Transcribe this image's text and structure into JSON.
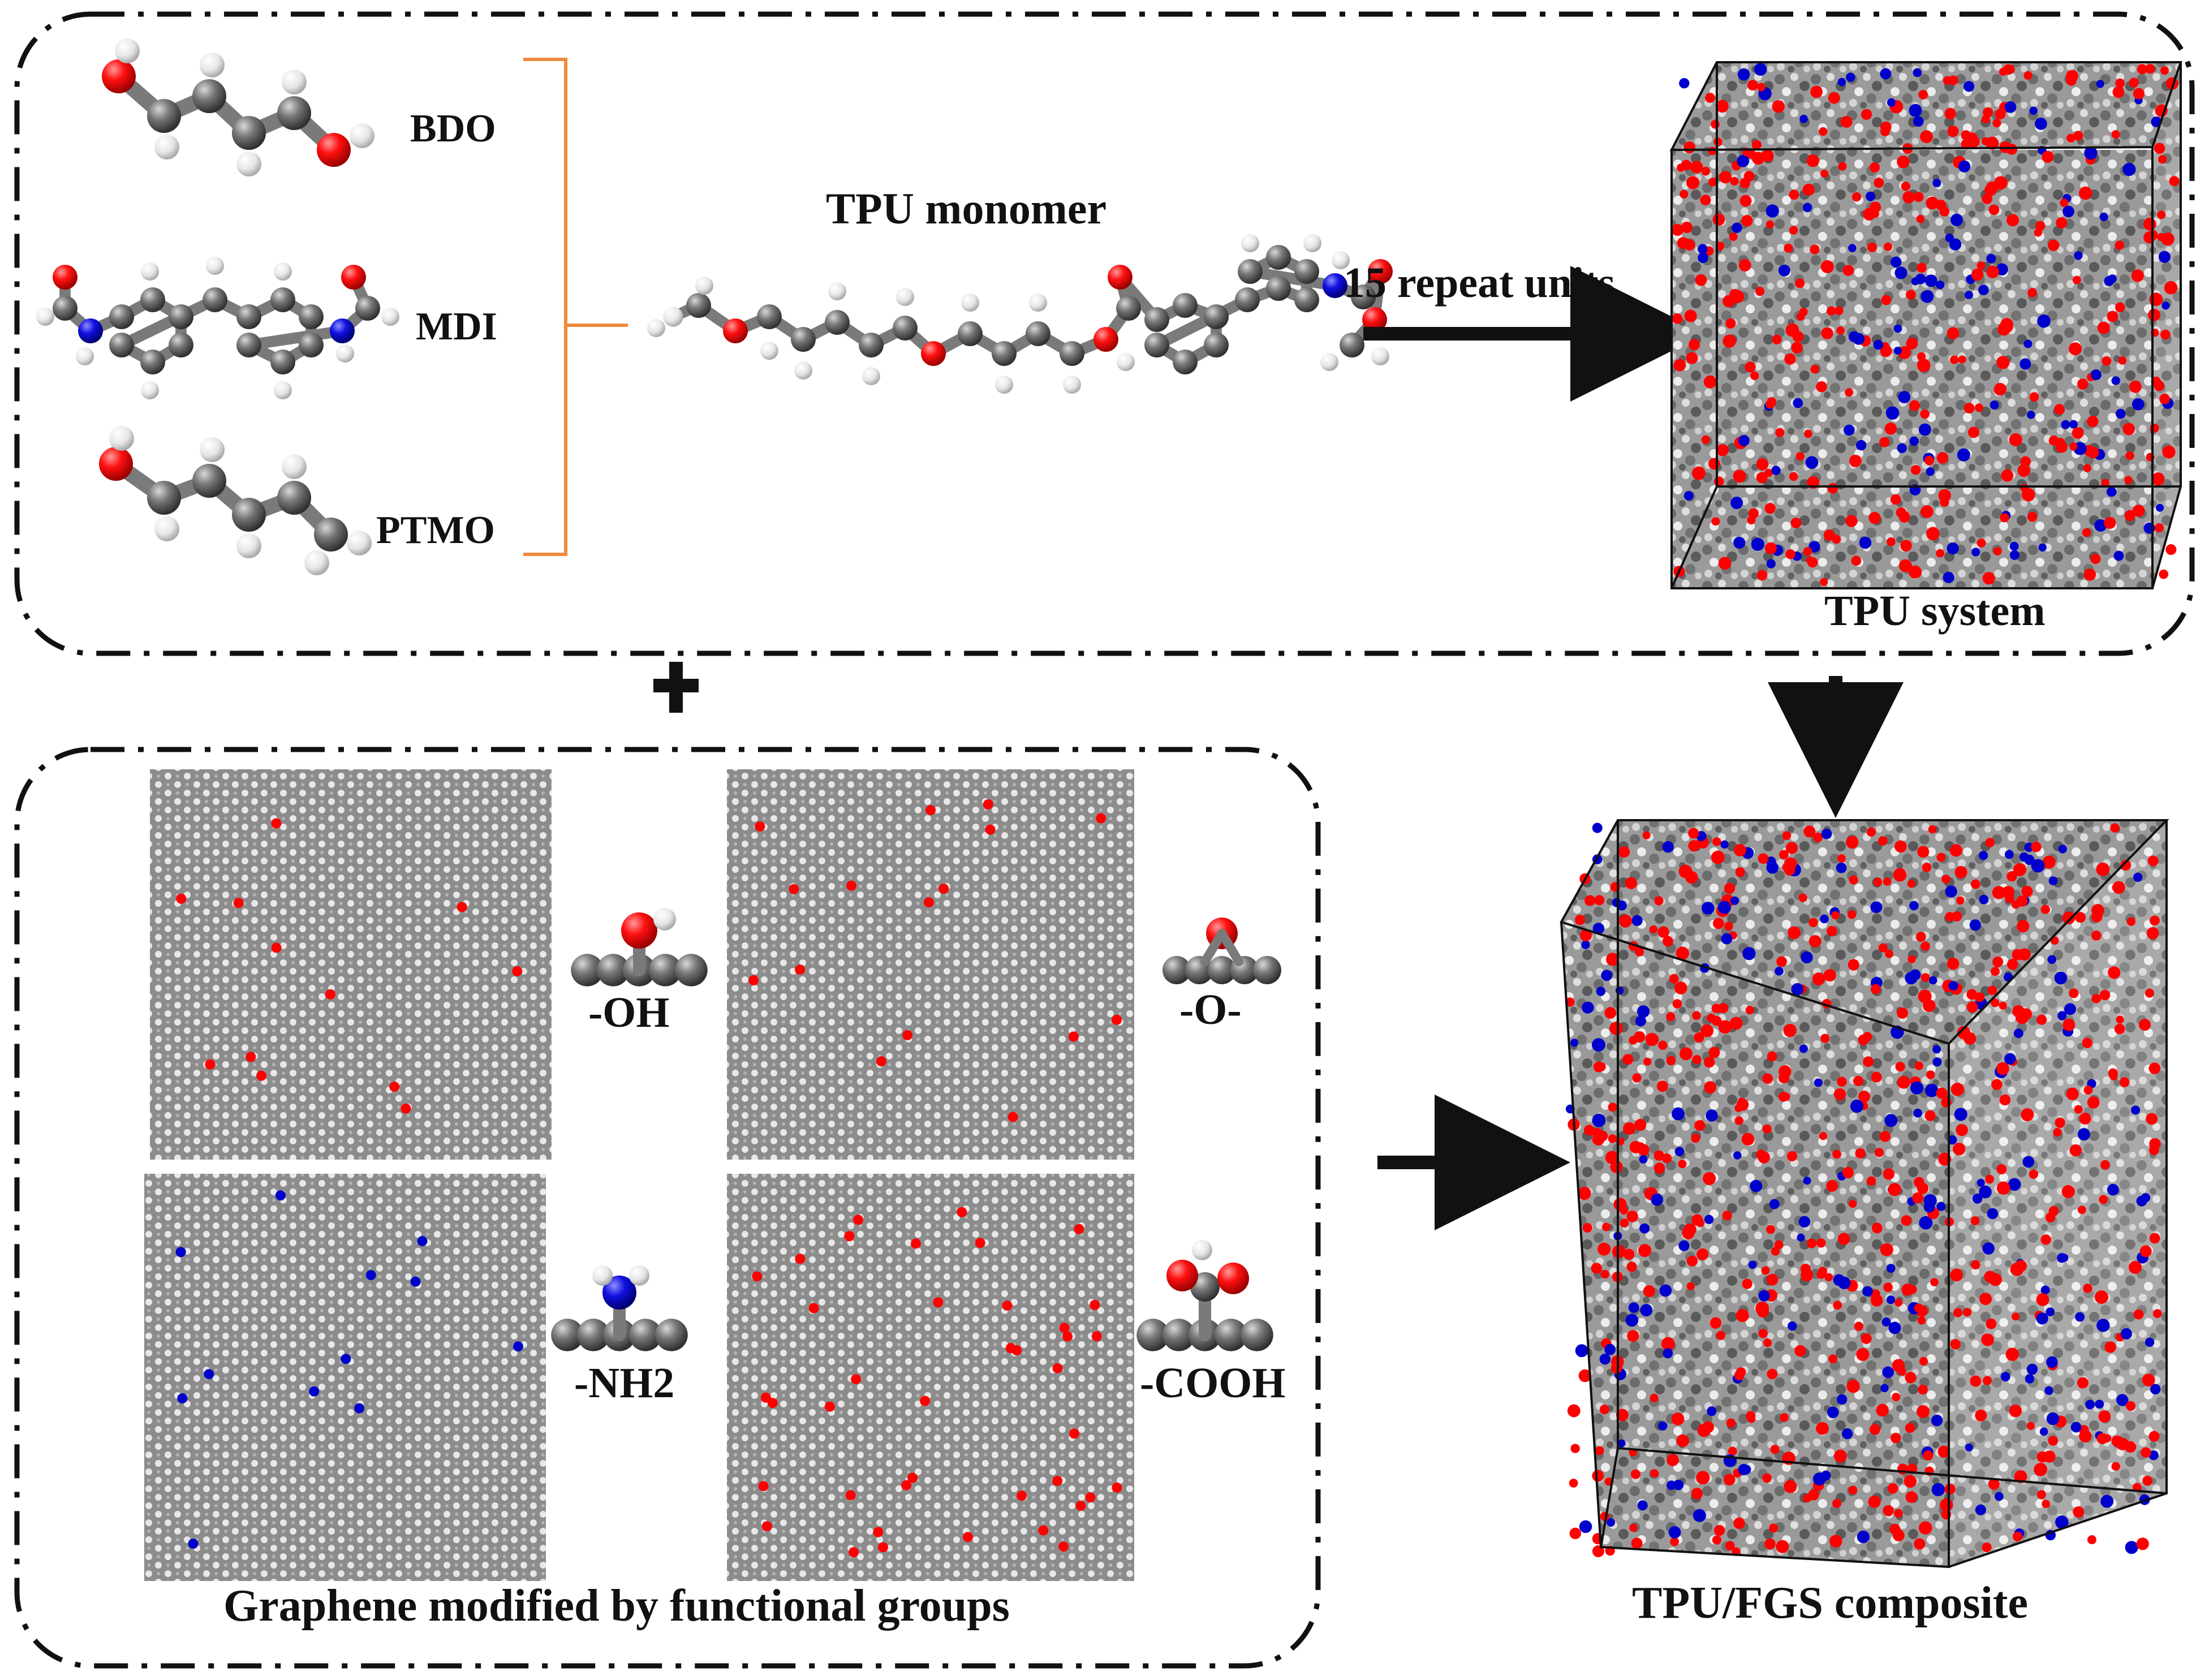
{
  "top_panel": {
    "molecules": [
      {
        "name": "BDO"
      },
      {
        "name": "MDI"
      },
      {
        "name": "PTMO"
      }
    ],
    "monomer_label": "TPU monomer",
    "arrow_label": "15 repeat units",
    "system_label": "TPU system"
  },
  "bottom_panel": {
    "caption": "Graphene modified by functional groups",
    "groups": [
      {
        "label": "-OH",
        "dot_color": "#ff0000"
      },
      {
        "label": "-O-",
        "dot_color": "#ff0000"
      },
      {
        "label": "-NH2",
        "dot_color": "#0000cc"
      },
      {
        "label": "-COOH",
        "dot_color": "#ff0000"
      }
    ]
  },
  "composite_label": "TPU/FGS composite",
  "colors": {
    "carbon": "#666666",
    "hydrogen": "#ededed",
    "oxygen": "#ff0000",
    "nitrogen": "#0000cc",
    "bracket": "#f08a3c",
    "graphene": "#8c8c8c",
    "frame": "#111111"
  }
}
